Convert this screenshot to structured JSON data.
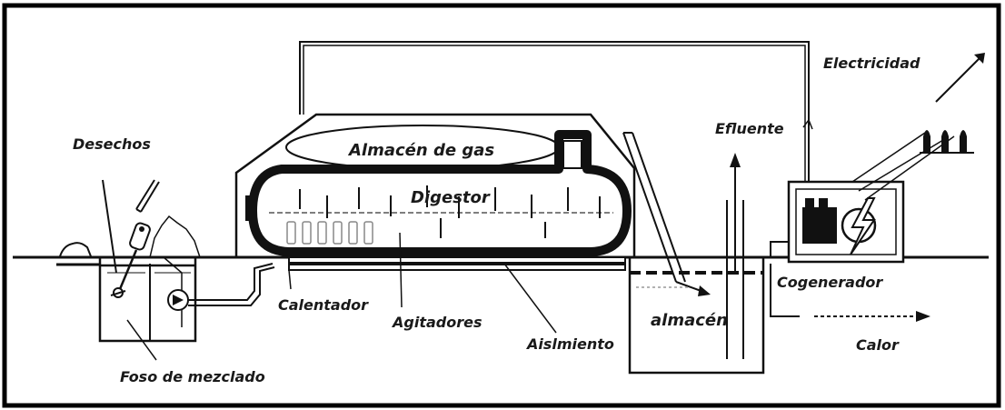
{
  "labels": {
    "desechos": "Desechos",
    "almacen_gas": "Almacén de gas",
    "digestor": "Digestor",
    "efluente": "Efluente",
    "electricidad": "Electricidad",
    "calentador": "Calentador",
    "agitadores": "Agitadores",
    "aislamiento": "Aislmiento",
    "almacen": "almacén",
    "cogenerador": "Cogenerador",
    "calor": "Calor",
    "foso": "Foso de mezclado"
  }
}
